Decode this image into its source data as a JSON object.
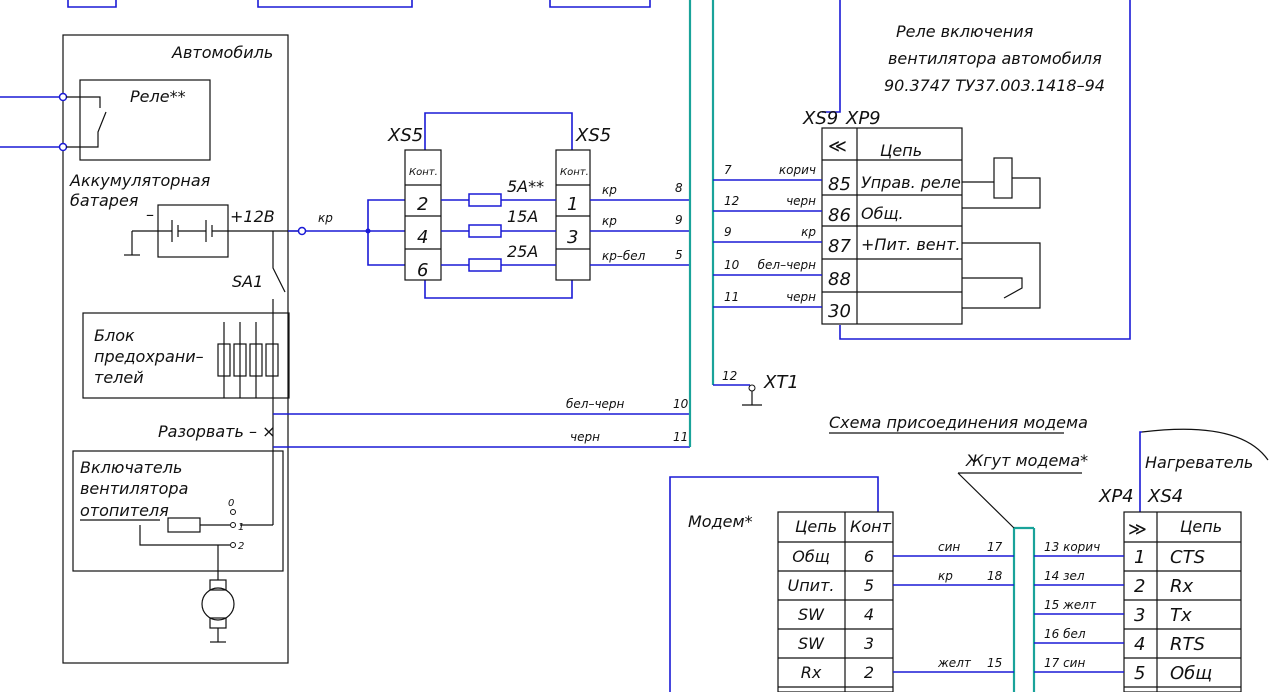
{
  "car_box": {
    "title": "Автомобиль",
    "relay": "Реле**",
    "battery_l1": "Аккумуляторная",
    "battery_l2": "батарея",
    "minus": "–",
    "plus12": "+12В",
    "sa1": "SA1",
    "wire_kr": "кр"
  },
  "fuse_block": {
    "l1": "Блок",
    "l2": "предохрани–",
    "l3": "телей"
  },
  "razorvat": "Разорвать – ×",
  "heater_switch": {
    "l1": "Включатель",
    "l2": "вентилятора",
    "l3": "отопителя",
    "p0": "0",
    "p1": "1",
    "p2": "2"
  },
  "xs5": {
    "left_label": "XS5",
    "right_label": "XS5",
    "kont": "Конт.",
    "left_pins": [
      "2",
      "4",
      "6"
    ],
    "right_pins": [
      "1",
      "3",
      ""
    ],
    "fuses": [
      "5А**",
      "15А",
      "25А"
    ],
    "wires": [
      {
        "color": "кр",
        "num": "8"
      },
      {
        "color": "кр",
        "num": "9"
      },
      {
        "color": "кр–бел",
        "num": "5"
      }
    ]
  },
  "bottom_wires": [
    {
      "color": "бел–черн",
      "num": "10"
    },
    {
      "color": "черн",
      "num": "11"
    }
  ],
  "relay_block": {
    "title_l1": "Реле включения",
    "title_l2": "вентилятора автомобиля",
    "title_l3": "90.3747 ТУ37.003.1418–94",
    "xs9": "XS9",
    "xp9": "XP9",
    "conn_icon": "≪",
    "col_header": "Цепь",
    "rows": [
      {
        "wire_num": "7",
        "color": "корич",
        "pin": "85",
        "circuit": "Управ. реле"
      },
      {
        "wire_num": "12",
        "color": "черн",
        "pin": "86",
        "circuit": "Общ."
      },
      {
        "wire_num": "9",
        "color": "кр",
        "pin": "87",
        "circuit": "+Пит. вент."
      },
      {
        "wire_num": "10",
        "color": "бел–черн",
        "pin": "88",
        "circuit": ""
      },
      {
        "wire_num": "11",
        "color": "черн",
        "pin": "30",
        "circuit": ""
      }
    ]
  },
  "xt1": {
    "num": "12",
    "label": "XT1"
  },
  "modem_title": "Схема присоединения модема",
  "modem": {
    "title": "Модем*",
    "col_circuit": "Цепь",
    "col_kont": "Конт",
    "rows": [
      {
        "circuit": "Общ",
        "kont": "6",
        "color": "син",
        "num": "17"
      },
      {
        "circuit": "Uпит.",
        "kont": "5",
        "color": "кр",
        "num": "18"
      },
      {
        "circuit": "SW",
        "kont": "4",
        "color": "",
        "num": ""
      },
      {
        "circuit": "SW",
        "kont": "3",
        "color": "",
        "num": ""
      },
      {
        "circuit": "Rx",
        "kont": "2",
        "color": "желт",
        "num": "15"
      }
    ]
  },
  "harness": {
    "label": "Жгут модема*"
  },
  "heater": {
    "title": "Нагреватель",
    "xp4": "XP4",
    "xs4": "XS4",
    "conn_icon": "≫",
    "col_header": "Цепь",
    "rows": [
      {
        "wire": "13 корич",
        "pin": "1",
        "circuit": "CTS"
      },
      {
        "wire": "14 зел",
        "pin": "2",
        "circuit": "Rx"
      },
      {
        "wire": "15 желт",
        "pin": "3",
        "circuit": "Tx"
      },
      {
        "wire": "16 бел",
        "pin": "4",
        "circuit": "RTS"
      },
      {
        "wire": "17 син",
        "pin": "5",
        "circuit": "Общ"
      }
    ]
  }
}
